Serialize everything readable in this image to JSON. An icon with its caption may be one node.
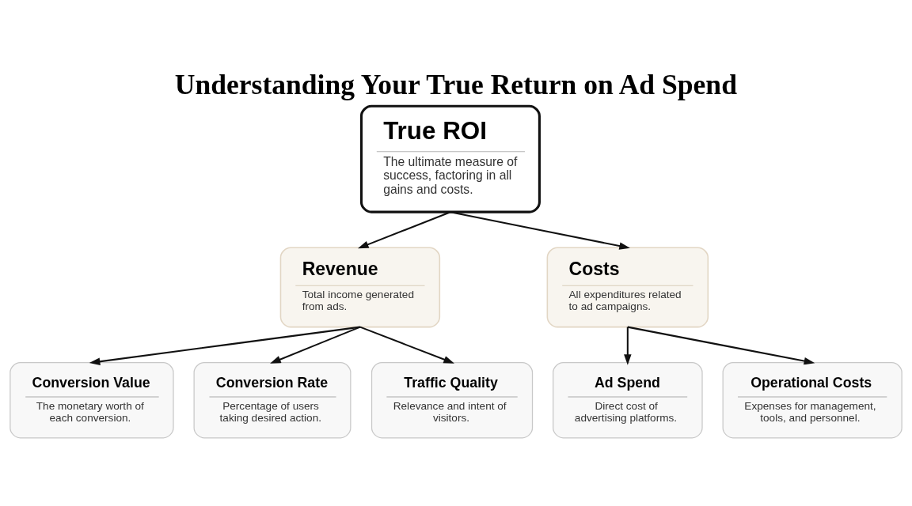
{
  "diagram": {
    "title": "Understanding Your True Return on Ad Spend",
    "nodes": [
      {
        "text": [
          "True ROI",
          "The ultimate measure of success, factoring in all gains and costs."
        ]
      },
      {
        "text": [
          "Revenue",
          "Total income generated from ads."
        ]
      },
      {
        "text": [
          "Costs",
          "All expenditures related to ad campaigns."
        ]
      },
      {
        "text": [
          "Conversion Value",
          "The monetary worth of each conversion."
        ]
      },
      {
        "text": [
          "Conversion Rate",
          "Percentage of users taking desired action."
        ]
      },
      {
        "text": [
          "Traffic Quality",
          "Relevance and intent of visitors."
        ]
      },
      {
        "text": [
          "Ad Spend",
          "Direct cost of advertising platforms."
        ]
      },
      {
        "text": [
          "Operational Costs",
          "Expenses for management, tools, and personnel."
        ]
      }
    ],
    "edges": [
      {
        "from": 0,
        "to": 1,
        "arrow": "to"
      },
      {
        "from": 0,
        "to": 2,
        "arrow": "to"
      },
      {
        "from": 1,
        "to": 3,
        "arrow": "to"
      },
      {
        "from": 1,
        "to": 4,
        "arrow": "to"
      },
      {
        "from": 1,
        "to": 5,
        "arrow": "to"
      },
      {
        "from": 2,
        "to": 6,
        "arrow": "to"
      },
      {
        "from": 2,
        "to": 7,
        "arrow": "to"
      }
    ]
  }
}
